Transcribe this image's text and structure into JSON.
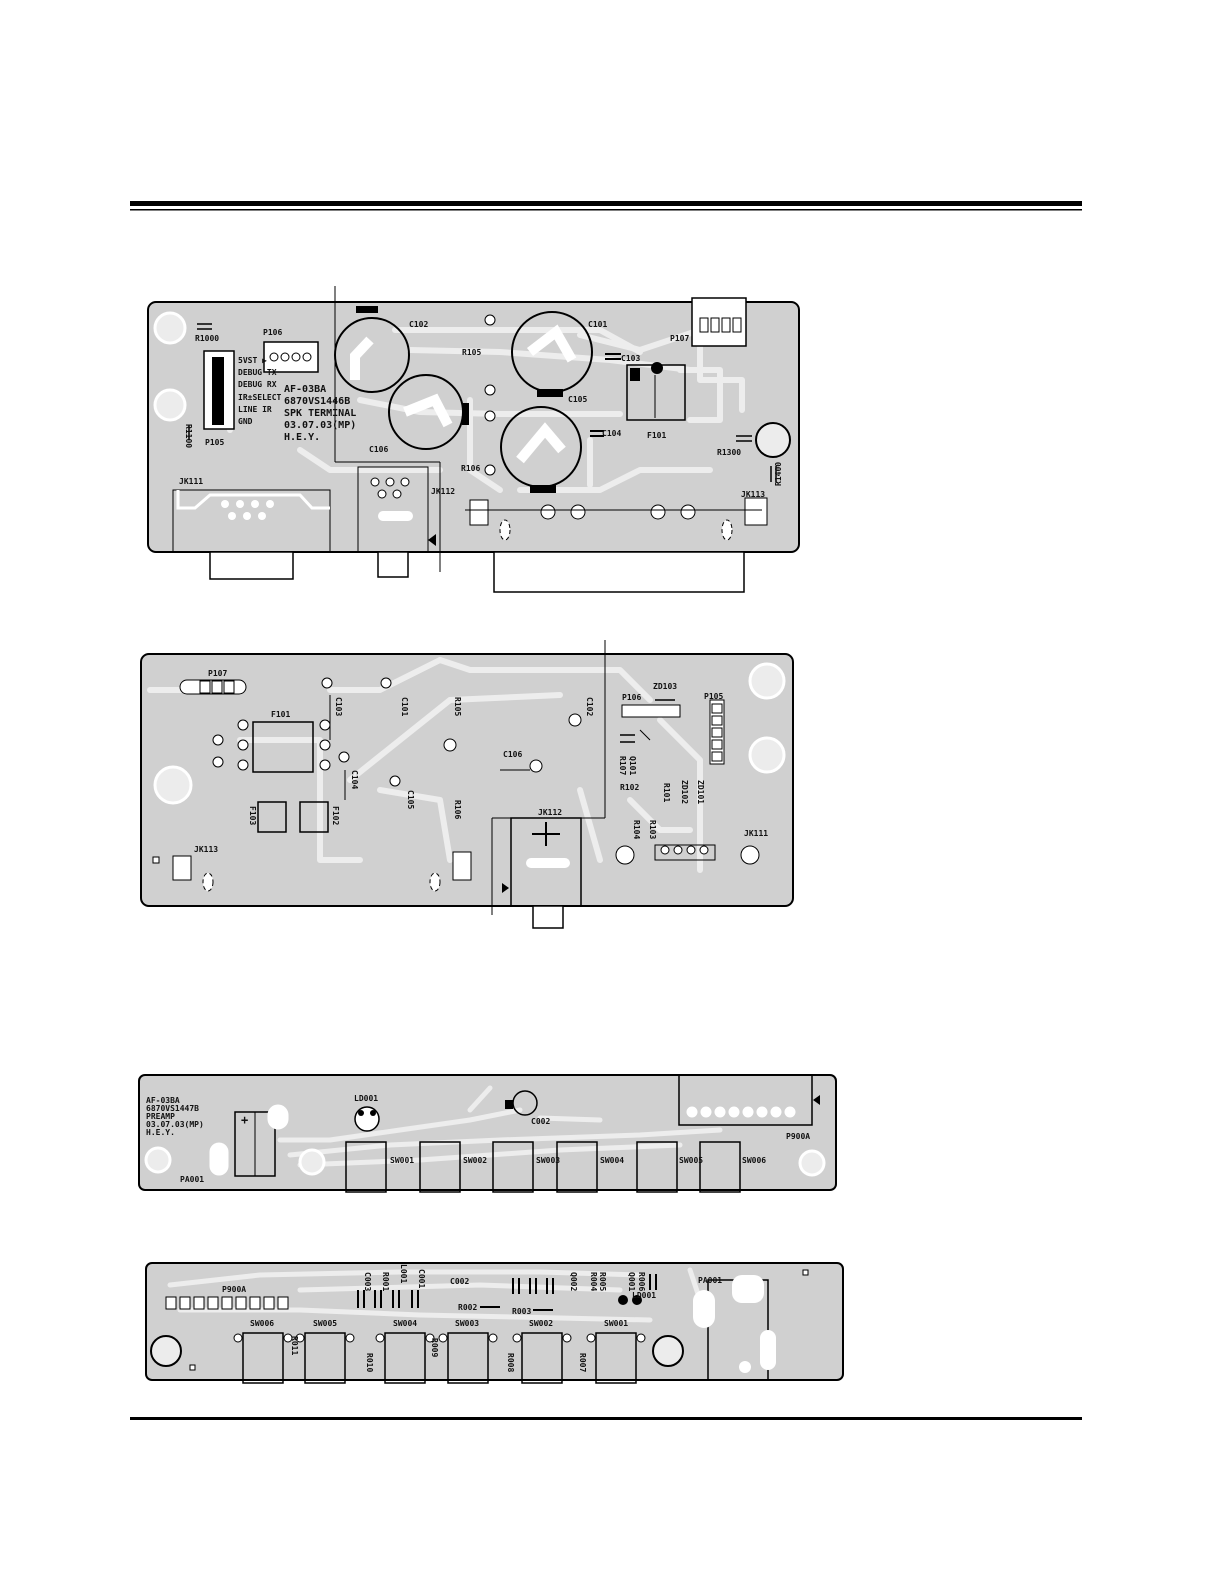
{
  "board_speaker": {
    "labels": {
      "r1000": "R1000",
      "p106": "P106",
      "c102": "C102",
      "c101": "C101",
      "p107": "P107",
      "c103": "C103",
      "r105": "R105",
      "c105": "C105",
      "c104": "C104",
      "c106": "C106",
      "f101": "F101",
      "r1300": "R1300",
      "r1100": "R1100",
      "r1400": "R1400",
      "p105": "P105",
      "r106": "R106",
      "jk111": "JK111",
      "jk112": "JK112",
      "jk113": "JK113"
    },
    "pin_labels": [
      "5VST ▶",
      "DEBUG TX",
      "DEBUG RX",
      "IR±SELECT",
      "LINE IR",
      "GND"
    ],
    "silkscreen": [
      "AF-03BA",
      "6870VS1446B",
      "SPK TERMINAL",
      "03.07.03(MP)",
      "H.E.Y."
    ]
  },
  "board_speaker_bottom": {
    "labels": {
      "p107": "P107",
      "f101": "F101",
      "c103": "C103",
      "c101": "C101",
      "r105": "R105",
      "c102": "C102",
      "p106": "P106",
      "zd103": "ZD103",
      "p105": "P105",
      "r107": "R107",
      "q101": "Q101",
      "c106": "C106",
      "c104": "C104",
      "c105": "C105",
      "r106": "R106",
      "f103": "F103",
      "f102": "F102",
      "r102": "R102",
      "r101": "R101",
      "zd102": "ZD102",
      "zd101": "ZD101",
      "r104": "R104",
      "r103": "R103",
      "jk112": "JK112",
      "jk111": "JK111",
      "jk113": "JK113"
    }
  },
  "board_preamp": {
    "silkscreen": [
      "AF-03BA",
      "6870VS1447B",
      "PREAMP",
      "03.07.03(MP)",
      "H.E.Y."
    ],
    "labels": {
      "ld001": "LD001",
      "c002": "C002",
      "p900a": "P900A",
      "pa001": "PA001",
      "sw001": "SW001",
      "sw002": "SW002",
      "sw003": "SW003",
      "sw004": "SW004",
      "sw005": "SW005",
      "sw006": "SW006"
    }
  },
  "board_preamp_bottom": {
    "labels": {
      "p900a": "P900A",
      "c003": "C003",
      "r001": "R001",
      "l001": "L001",
      "c001": "C001",
      "c002": "C002",
      "r002": "R002",
      "r003": "R003",
      "q002": "Q002",
      "r004": "R004",
      "r005": "R005",
      "q001": "Q001",
      "r006": "R006",
      "ld001": "LD001",
      "pa001": "PA001",
      "sw006": "SW006",
      "sw005": "SW005",
      "sw004": "SW004",
      "sw003": "SW003",
      "sw002": "SW002",
      "sw001": "SW001",
      "r011": "R011",
      "r010": "R010",
      "r009": "R009",
      "r008": "R008",
      "r007": "R007"
    }
  }
}
